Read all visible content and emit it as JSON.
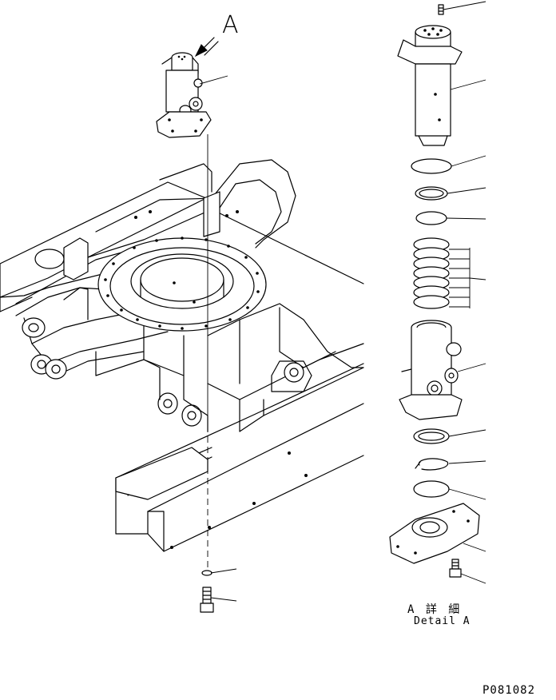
{
  "view_label": "A",
  "detail_label_jp": "A 詳 細",
  "detail_label_en": "Detail A",
  "drawing_code": "P081082",
  "icons": [
    "view-arrow-icon"
  ]
}
